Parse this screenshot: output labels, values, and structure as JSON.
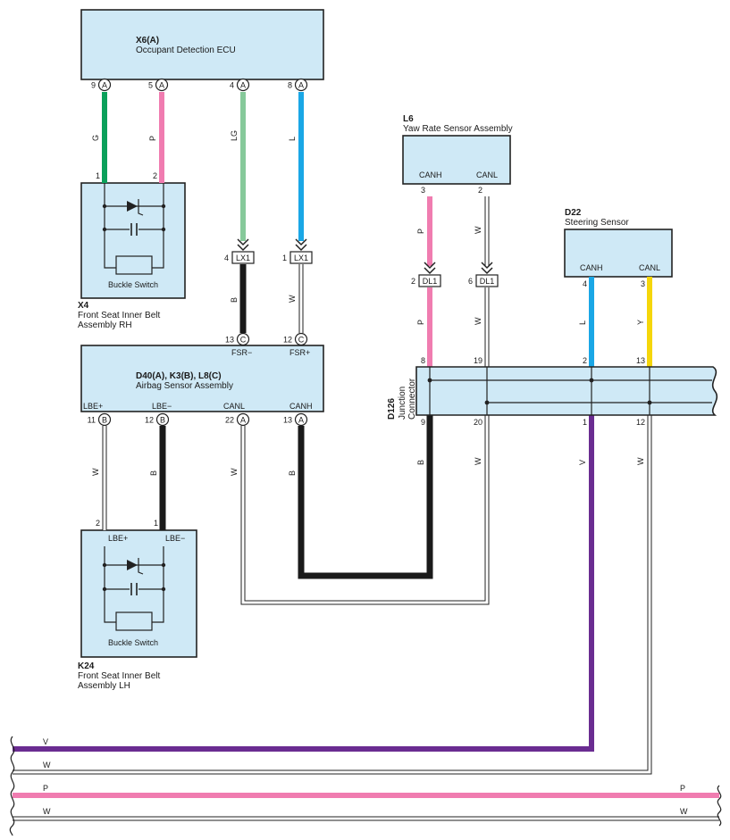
{
  "components": {
    "ecu_x6": {
      "id": "X6(A)",
      "name": "Occupant Detection ECU"
    },
    "yaw_l6": {
      "id": "L6",
      "name": "Yaw Rate Sensor Assembly",
      "pin_canh": "CANH",
      "pin_canl": "CANL"
    },
    "steer_d22": {
      "id": "D22",
      "name": "Steering Sensor",
      "pin_canh": "CANH",
      "pin_canl": "CANL"
    },
    "belt_x4": {
      "id": "X4",
      "name_line1": "Front Seat Inner Belt",
      "name_line2": "Assembly RH",
      "switch": "Buckle Switch"
    },
    "airbag": {
      "id": "D40(A), K3(B), L8(C)",
      "name": "Airbag Sensor Assembly",
      "pin_fsr_minus": "FSR−",
      "pin_fsr_plus": "FSR+",
      "pin_lbe_plus": "LBE+",
      "pin_lbe_minus": "LBE−",
      "pin_canl": "CANL",
      "pin_canh": "CANH"
    },
    "jc_d126": {
      "id": "D126",
      "name_line1": "Junction",
      "name_line2": "Connector"
    },
    "belt_k24": {
      "id": "K24",
      "name_line1": "Front Seat Inner Belt",
      "name_line2": "Assembly LH",
      "switch": "Buckle Switch",
      "pin_lbe_plus": "LBE+",
      "pin_lbe_minus": "LBE−"
    }
  },
  "pins": {
    "x6": [
      {
        "num": "9",
        "conn": "A"
      },
      {
        "num": "5",
        "conn": "A"
      },
      {
        "num": "4",
        "conn": "A"
      },
      {
        "num": "8",
        "conn": "A"
      }
    ],
    "x4": [
      "1",
      "2"
    ],
    "lx1": [
      {
        "num": "4",
        "label": "LX1"
      },
      {
        "num": "1",
        "label": "LX1"
      }
    ],
    "airbag_top": [
      {
        "num": "13",
        "conn": "C"
      },
      {
        "num": "12",
        "conn": "C"
      }
    ],
    "airbag_bottom": [
      {
        "num": "11",
        "conn": "B"
      },
      {
        "num": "12",
        "conn": "B"
      },
      {
        "num": "22",
        "conn": "A"
      },
      {
        "num": "13",
        "conn": "A"
      }
    ],
    "l6": [
      "3",
      "2"
    ],
    "dl1": [
      {
        "num": "2",
        "label": "DL1"
      },
      {
        "num": "6",
        "label": "DL1"
      }
    ],
    "d22": [
      "4",
      "3"
    ],
    "d126_top": [
      "8",
      "19",
      "2",
      "13"
    ],
    "d126_bottom": [
      "9",
      "20",
      "1",
      "12"
    ],
    "k24": [
      "2",
      "1"
    ]
  },
  "wire_colors": {
    "x6_g": "G",
    "x6_p": "P",
    "x6_lg": "LG",
    "x6_l": "L",
    "lx1_b": "B",
    "lx1_w": "W",
    "l6_p": "P",
    "l6_w": "W",
    "dl1_p": "P",
    "dl1_w": "W",
    "d22_l": "L",
    "d22_y": "Y",
    "k24_w": "W",
    "k24_b": "B",
    "can_w": "W",
    "can_b": "B",
    "d126_b": "B",
    "d126_w": "W",
    "d126_v": "V",
    "d126_w2": "W",
    "bus_v": "V",
    "bus_w1": "W",
    "bus_p": "P",
    "bus_p_right": "P",
    "bus_w2": "W",
    "bus_w2_right": "W"
  },
  "colors": {
    "green": "#0aa05a",
    "pink": "#f07cb0",
    "light_green": "#86c99a",
    "blue": "#1aa7e6",
    "black": "#1a1a1a",
    "purple": "#6a2c91",
    "yellow": "#f5d60a",
    "white_wire": "#ffffff",
    "box": "#cfe9f6"
  }
}
